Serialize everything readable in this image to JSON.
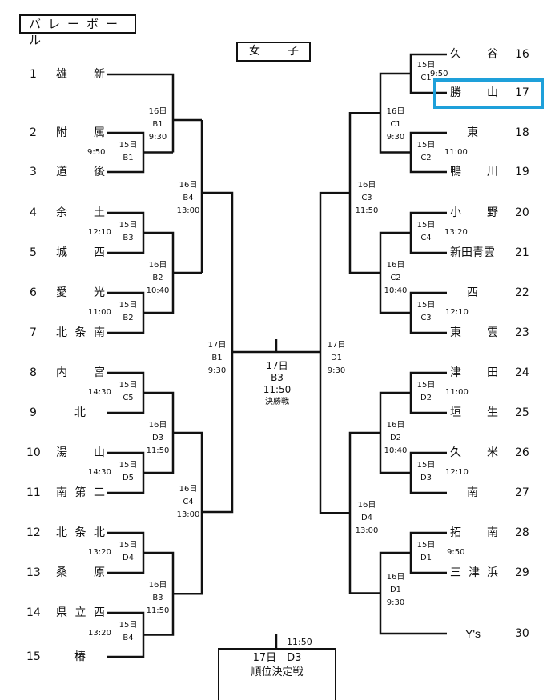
{
  "header": {
    "sport_title": "バレーボール",
    "gender_left": "女",
    "gender_right": "子"
  },
  "highlight_color": "#1ea0da",
  "highlighted_team_seed": "17",
  "left_teams": [
    {
      "seed": "1",
      "name": [
        "雄",
        "新"
      ]
    },
    {
      "seed": "2",
      "name": [
        "附",
        "属"
      ]
    },
    {
      "seed": "3",
      "name": [
        "道",
        "後"
      ]
    },
    {
      "seed": "4",
      "name": [
        "余",
        "土"
      ]
    },
    {
      "seed": "5",
      "name": [
        "城",
        "西"
      ]
    },
    {
      "seed": "6",
      "name": [
        "愛",
        "光"
      ]
    },
    {
      "seed": "7",
      "name": [
        "北",
        "条",
        "南"
      ]
    },
    {
      "seed": "8",
      "name": [
        "内",
        "宮"
      ]
    },
    {
      "seed": "9",
      "name": [
        "北"
      ]
    },
    {
      "seed": "10",
      "name": [
        "湯",
        "山"
      ]
    },
    {
      "seed": "11",
      "name": [
        "南",
        "第",
        "二"
      ]
    },
    {
      "seed": "12",
      "name": [
        "北",
        "条",
        "北"
      ]
    },
    {
      "seed": "13",
      "name": [
        "桑",
        "原"
      ]
    },
    {
      "seed": "14",
      "name": [
        "県",
        "立",
        "西"
      ]
    },
    {
      "seed": "15",
      "name": [
        "椿"
      ]
    }
  ],
  "right_teams": [
    {
      "seed": "16",
      "name": [
        "久",
        "谷"
      ]
    },
    {
      "seed": "17",
      "name": [
        "勝",
        "山"
      ]
    },
    {
      "seed": "18",
      "name": [
        "東"
      ]
    },
    {
      "seed": "19",
      "name": [
        "鴨",
        "川"
      ]
    },
    {
      "seed": "20",
      "name": [
        "小",
        "野"
      ]
    },
    {
      "seed": "21",
      "name": [
        "新田青雲"
      ]
    },
    {
      "seed": "22",
      "name": [
        "西"
      ]
    },
    {
      "seed": "23",
      "name": [
        "東",
        "雲"
      ]
    },
    {
      "seed": "24",
      "name": [
        "津",
        "田"
      ]
    },
    {
      "seed": "25",
      "name": [
        "垣",
        "生"
      ]
    },
    {
      "seed": "26",
      "name": [
        "久",
        "米"
      ]
    },
    {
      "seed": "27",
      "name": [
        "南"
      ]
    },
    {
      "seed": "28",
      "name": [
        "拓",
        "南"
      ]
    },
    {
      "seed": "29",
      "name": [
        "三",
        "津",
        "浜"
      ]
    },
    {
      "seed": "30",
      "name": [
        "Y's"
      ]
    }
  ],
  "matches": {
    "L_r1_23": {
      "day": "15日",
      "court": "B1",
      "time": "9:50"
    },
    "L_r1_45": {
      "day": "15日",
      "court": "B3",
      "time": "12:10"
    },
    "L_r1_67": {
      "day": "15日",
      "court": "B2",
      "time": "11:00"
    },
    "L_r1_89": {
      "day": "15日",
      "court": "C5",
      "time": "14:30"
    },
    "L_r1_1011": {
      "day": "15日",
      "court": "D5",
      "time": "14:30"
    },
    "L_r1_1213": {
      "day": "15日",
      "court": "D4",
      "time": "13:20"
    },
    "L_r1_1415": {
      "day": "15日",
      "court": "B4",
      "time": "13:20"
    },
    "L_r2_a": {
      "day": "16日",
      "court": "B1",
      "time": "9:30"
    },
    "L_r2_b": {
      "day": "16日",
      "court": "B2",
      "time": "10:40"
    },
    "L_r2_c": {
      "day": "16日",
      "court": "D3",
      "time": "11:50"
    },
    "L_r2_d": {
      "day": "16日",
      "court": "B3",
      "time": "11:50"
    },
    "L_r3_a": {
      "day": "16日",
      "court": "B4",
      "time": "13:00"
    },
    "L_r3_b": {
      "day": "16日",
      "court": "C4",
      "time": "13:00"
    },
    "L_semi": {
      "day": "17日",
      "court": "B1",
      "time": "9:30"
    },
    "R_r1_1617": {
      "day": "15日",
      "court": "C1",
      "time": "9:50"
    },
    "R_r1_1819": {
      "day": "15日",
      "court": "C2",
      "time": "11:00"
    },
    "R_r1_2021": {
      "day": "15日",
      "court": "C4",
      "time": "13:20"
    },
    "R_r1_2223": {
      "day": "15日",
      "court": "C3",
      "time": "12:10"
    },
    "R_r1_2425": {
      "day": "15日",
      "court": "D2",
      "time": "11:00"
    },
    "R_r1_2627": {
      "day": "15日",
      "court": "D3",
      "time": "12:10"
    },
    "R_r1_2829": {
      "day": "15日",
      "court": "D1",
      "time": "9:50"
    },
    "R_r2_a": {
      "day": "16日",
      "court": "C1",
      "time": "9:30"
    },
    "R_r2_b": {
      "day": "16日",
      "court": "C2",
      "time": "10:40"
    },
    "R_r2_c": {
      "day": "16日",
      "court": "D2",
      "time": "10:40"
    },
    "R_r2_d": {
      "day": "16日",
      "court": "D1",
      "time": "9:30"
    },
    "R_r3_a": {
      "day": "16日",
      "court": "C3",
      "time": "11:50"
    },
    "R_r3_b": {
      "day": "16日",
      "court": "D4",
      "time": "13:00"
    },
    "R_semi": {
      "day": "17日",
      "court": "D1",
      "time": "9:30"
    }
  },
  "final": {
    "day": "17日",
    "court": "B3",
    "time": "11:50",
    "label": "決勝戦"
  },
  "placement": {
    "time": "11:50",
    "line1": "17日　D3",
    "line2": "順位決定戦"
  }
}
